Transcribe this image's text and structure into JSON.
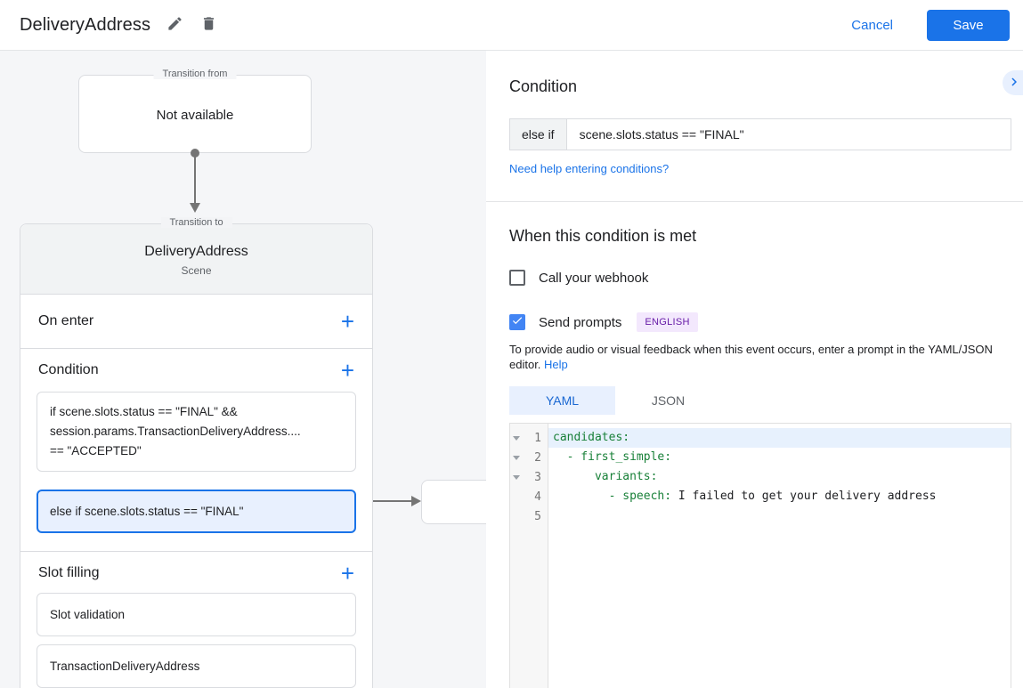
{
  "colors": {
    "accent_blue": "#1a73e8",
    "selected_condition_bg": "#e8f0fe",
    "badge_purple_text": "#681da8",
    "badge_purple_bg": "#f3e8fd",
    "code_green": "#188038"
  },
  "topbar": {
    "title": "DeliveryAddress",
    "cancel_label": "Cancel",
    "save_label": "Save"
  },
  "diagram": {
    "transition_from": {
      "label": "Transition from",
      "content": "Not available"
    },
    "transition_to": {
      "label": "Transition to",
      "title": "DeliveryAddress",
      "subtitle": "Scene",
      "on_enter": {
        "title": "On enter"
      },
      "condition": {
        "title": "Condition",
        "items": [
          {
            "selected": false,
            "lines": [
              "if scene.slots.status == \"FINAL\" &&",
              "session.params.TransactionDeliveryAddress....",
              "== \"ACCEPTED\""
            ]
          },
          {
            "selected": true,
            "lines": [
              "else if scene.slots.status == \"FINAL\""
            ]
          }
        ]
      },
      "slot_filling": {
        "title": "Slot filling",
        "items": [
          "Slot validation",
          "TransactionDeliveryAddress"
        ]
      }
    }
  },
  "panel": {
    "title": "Condition",
    "condition_row": {
      "prefix": "else if",
      "value": "scene.slots.status == \"FINAL\""
    },
    "help_link": "Need help entering conditions?",
    "met_title": "When this condition is met",
    "webhook": {
      "label": "Call your webhook",
      "checked": false
    },
    "prompts": {
      "label": "Send prompts",
      "checked": true,
      "badge": "ENGLISH"
    },
    "description": "To provide audio or visual feedback when this event occurs, enter a prompt in the YAML/JSON editor.",
    "description_link": "Help",
    "tabs": [
      {
        "label": "YAML",
        "active": true
      },
      {
        "label": "JSON",
        "active": false
      }
    ],
    "editor": {
      "lines": [
        {
          "num": "1",
          "key": "candidates:",
          "value": "",
          "fold": true,
          "highlighted": true
        },
        {
          "num": "2",
          "key": "  - first_simple:",
          "value": "",
          "fold": true,
          "highlighted": false
        },
        {
          "num": "3",
          "key": "      variants:",
          "value": "",
          "fold": true,
          "highlighted": false
        },
        {
          "num": "4",
          "key": "        - speech:",
          "value": " I failed to get your delivery address",
          "fold": false,
          "highlighted": false
        },
        {
          "num": "5",
          "key": "",
          "value": "",
          "fold": false,
          "highlighted": false
        }
      ]
    }
  }
}
